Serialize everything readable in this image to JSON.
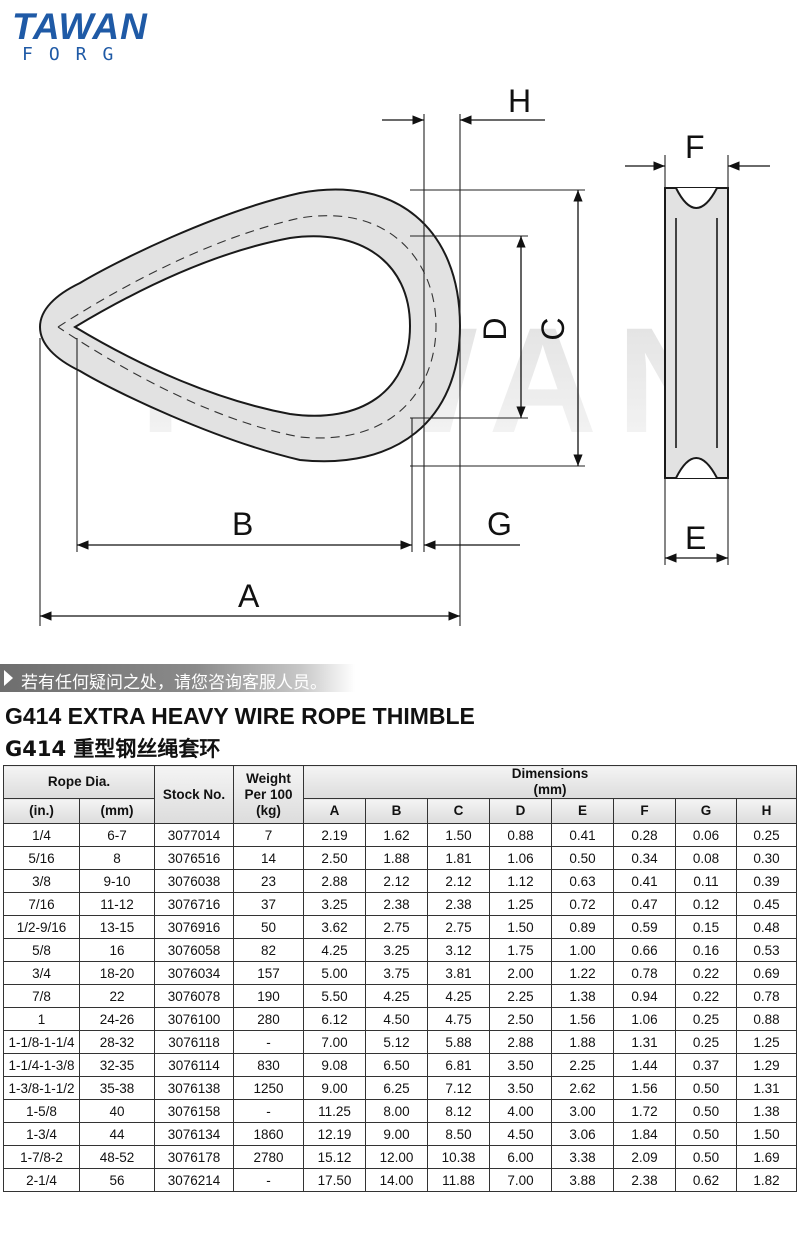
{
  "brand": {
    "name": "TAWAN",
    "sub": "FORG",
    "color": "#1f5aa6"
  },
  "diagram": {
    "labels": {
      "h": "H",
      "f": "F",
      "d": "D",
      "c": "C",
      "b": "B",
      "g": "G",
      "a": "A",
      "e": "E"
    },
    "watermark": "TAWAN"
  },
  "banner": {
    "text": "若有任何疑问之处，请您咨询客服人员。"
  },
  "title": {
    "en": "G414 EXTRA HEAVY WIRE ROPE THIMBLE",
    "cn": "G414 重型钢丝绳套环"
  },
  "table": {
    "headers": {
      "rope_dia": "Rope Dia.",
      "in": "(in.)",
      "mm": "(mm)",
      "stock": "Stock No.",
      "weight": [
        "Weight",
        "Per 100",
        "(kg)"
      ],
      "dimensions": [
        "Dimensions",
        "(mm)"
      ],
      "dims": [
        "A",
        "B",
        "C",
        "D",
        "E",
        "F",
        "G",
        "H"
      ]
    },
    "rows": [
      [
        "1/4",
        "6-7",
        "3077014",
        "7",
        "2.19",
        "1.62",
        "1.50",
        "0.88",
        "0.41",
        "0.28",
        "0.06",
        "0.25"
      ],
      [
        "5/16",
        "8",
        "3076516",
        "14",
        "2.50",
        "1.88",
        "1.81",
        "1.06",
        "0.50",
        "0.34",
        "0.08",
        "0.30"
      ],
      [
        "3/8",
        "9-10",
        "3076038",
        "23",
        "2.88",
        "2.12",
        "2.12",
        "1.12",
        "0.63",
        "0.41",
        "0.11",
        "0.39"
      ],
      [
        "7/16",
        "11-12",
        "3076716",
        "37",
        "3.25",
        "2.38",
        "2.38",
        "1.25",
        "0.72",
        "0.47",
        "0.12",
        "0.45"
      ],
      [
        "1/2-9/16",
        "13-15",
        "3076916",
        "50",
        "3.62",
        "2.75",
        "2.75",
        "1.50",
        "0.89",
        "0.59",
        "0.15",
        "0.48"
      ],
      [
        "5/8",
        "16",
        "3076058",
        "82",
        "4.25",
        "3.25",
        "3.12",
        "1.75",
        "1.00",
        "0.66",
        "0.16",
        "0.53"
      ],
      [
        "3/4",
        "18-20",
        "3076034",
        "157",
        "5.00",
        "3.75",
        "3.81",
        "2.00",
        "1.22",
        "0.78",
        "0.22",
        "0.69"
      ],
      [
        "7/8",
        "22",
        "3076078",
        "190",
        "5.50",
        "4.25",
        "4.25",
        "2.25",
        "1.38",
        "0.94",
        "0.22",
        "0.78"
      ],
      [
        "1",
        "24-26",
        "3076100",
        "280",
        "6.12",
        "4.50",
        "4.75",
        "2.50",
        "1.56",
        "1.06",
        "0.25",
        "0.88"
      ],
      [
        "1-1/8-1-1/4",
        "28-32",
        "3076118",
        "-",
        "7.00",
        "5.12",
        "5.88",
        "2.88",
        "1.88",
        "1.31",
        "0.25",
        "1.25"
      ],
      [
        "1-1/4-1-3/8",
        "32-35",
        "3076114",
        "830",
        "9.08",
        "6.50",
        "6.81",
        "3.50",
        "2.25",
        "1.44",
        "0.37",
        "1.29"
      ],
      [
        "1-3/8-1-1/2",
        "35-38",
        "3076138",
        "1250",
        "9.00",
        "6.25",
        "7.12",
        "3.50",
        "2.62",
        "1.56",
        "0.50",
        "1.31"
      ],
      [
        "1-5/8",
        "40",
        "3076158",
        "-",
        "11.25",
        "8.00",
        "8.12",
        "4.00",
        "3.00",
        "1.72",
        "0.50",
        "1.38"
      ],
      [
        "1-3/4",
        "44",
        "3076134",
        "1860",
        "12.19",
        "9.00",
        "8.50",
        "4.50",
        "3.06",
        "1.84",
        "0.50",
        "1.50"
      ],
      [
        "1-7/8-2",
        "48-52",
        "3076178",
        "2780",
        "15.12",
        "12.00",
        "10.38",
        "6.00",
        "3.38",
        "2.09",
        "0.50",
        "1.69"
      ],
      [
        "2-1/4",
        "56",
        "3076214",
        "-",
        "17.50",
        "14.00",
        "11.88",
        "7.00",
        "3.88",
        "2.38",
        "0.62",
        "1.82"
      ]
    ]
  }
}
